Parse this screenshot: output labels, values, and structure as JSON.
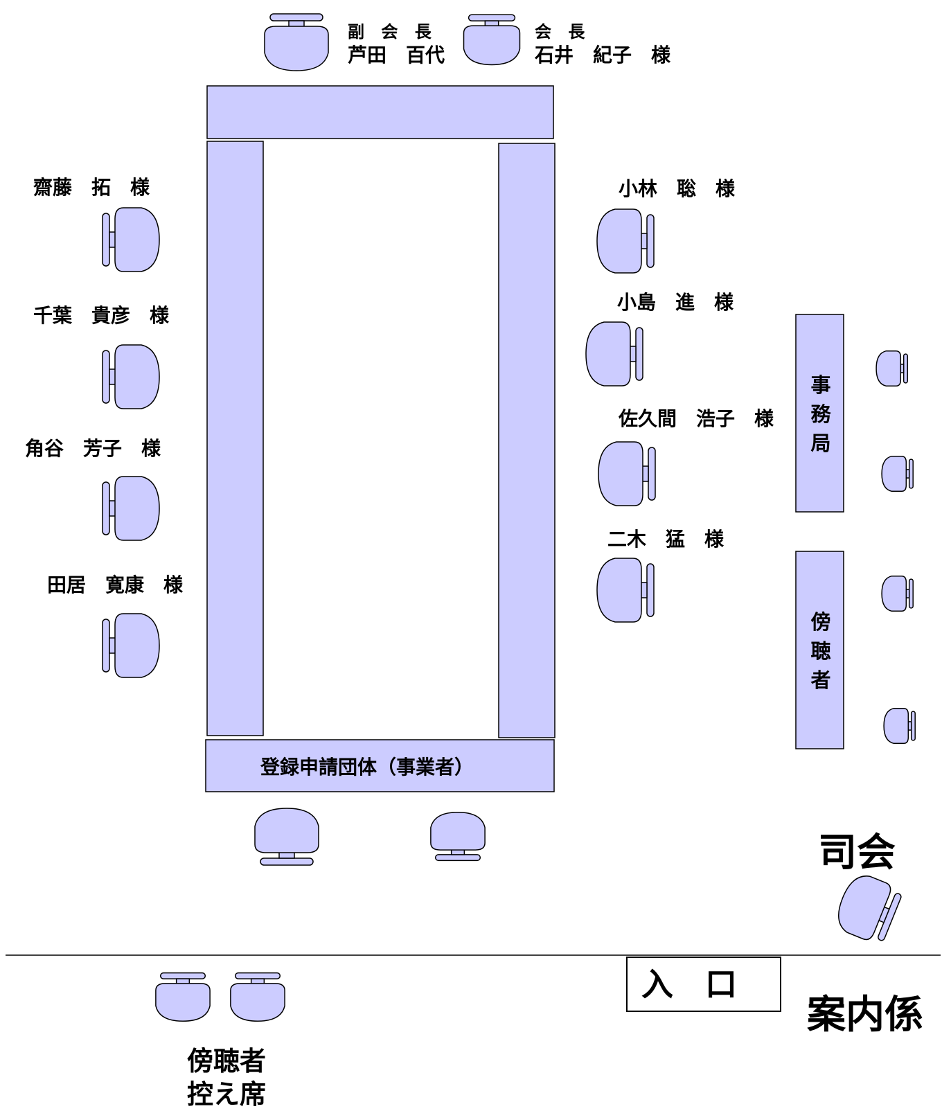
{
  "chart_data": {
    "type": "diagram",
    "head": {
      "vice_chair": {
        "role": "副 会 長",
        "name": "芦田　百代"
      },
      "chair": {
        "role": "会 長",
        "name": "石井　紀子　様"
      }
    },
    "left_seats": [
      "齋藤　拓　様",
      "千葉　貴彦　様",
      "角谷　芳子　様",
      "田居　寛康　様"
    ],
    "right_seats": [
      "小林　聡　様",
      "小島　進　様",
      "佐久間　浩子　様",
      "二木　猛　様"
    ],
    "bottom_table_label": "登録申請団体（事業者）",
    "secretariat_label": "事\n務\n局",
    "audience_label": "傍\n聴\n者",
    "moderator_label": "司会",
    "entrance_label": "入口",
    "guide_label": "案内係",
    "waiting_label": "傍聴者\n控え席"
  },
  "colors": {
    "fill": "#ccccff",
    "stroke": "#000000"
  },
  "icons": {
    "chair": "chair-icon"
  }
}
